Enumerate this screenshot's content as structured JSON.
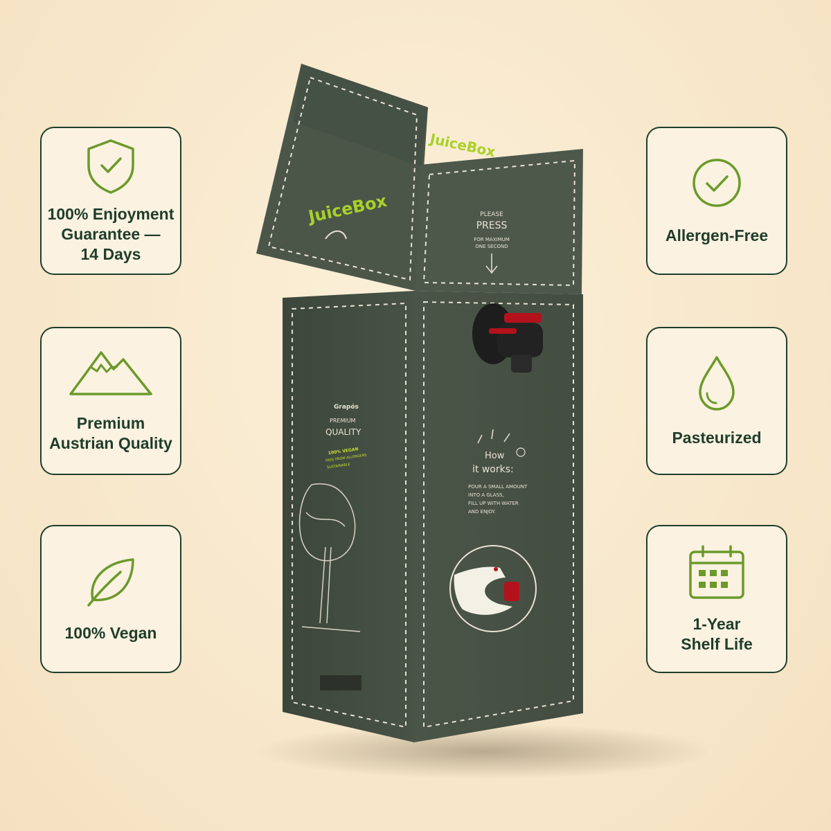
{
  "features_left": [
    {
      "label": "100% Enjoyment\nGuarantee —\n14 Days",
      "icon": "shield-check-icon"
    },
    {
      "label": "Premium\nAustrian Quality",
      "icon": "mountain-icon"
    },
    {
      "label": "100% Vegan",
      "icon": "leaf-icon"
    }
  ],
  "features_right": [
    {
      "label": "Allergen-Free",
      "icon": "check-circle-icon"
    },
    {
      "label": "Pasteurized",
      "icon": "droplet-icon"
    },
    {
      "label": "1-Year\nShelf Life",
      "icon": "calendar-icon"
    }
  ],
  "box": {
    "brand_lid": "JuiceBox",
    "brand_flap": "JuiceBox",
    "press_please": "PLEASE",
    "press_main": "PRESS",
    "press_sub1": "FOR MAXIMUM",
    "press_sub2": "ONE SECOND",
    "maker": "Grapós",
    "premium": "PREMIUM",
    "quality": "QUALITY",
    "tag1": "100% VEGAN",
    "tag2": "FREE FROM ALLERGENS",
    "tag3": "SUSTAINABLE",
    "how1": "How",
    "how2": "it works:",
    "step1": "POUR A SMALL AMOUNT",
    "step2": "INTO A GLASS,",
    "step3": "FILL UP WITH WATER",
    "step4": "AND ENJOY."
  },
  "colors": {
    "card_border": "#1f3d2a",
    "icon_green": "#6b9a2a",
    "box_green": "#4a5548",
    "brand_lime": "#a8d129",
    "tap_red": "#b3121c"
  }
}
